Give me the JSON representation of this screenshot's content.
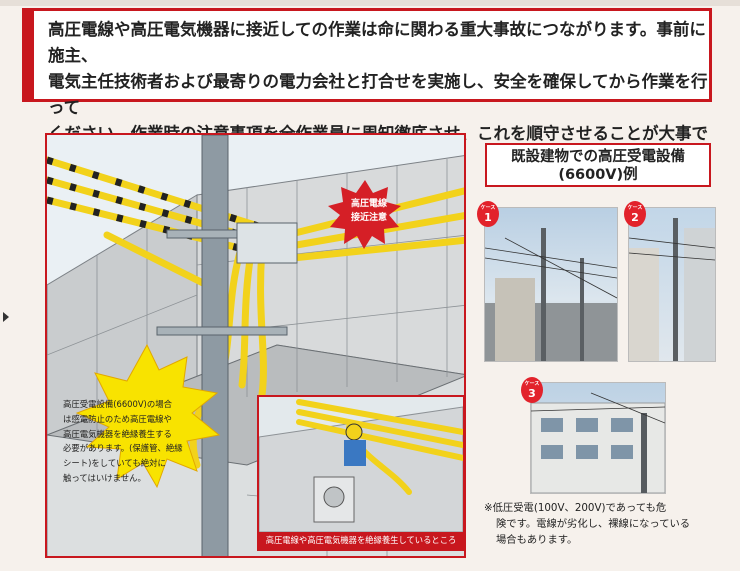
{
  "notice": {
    "line1": "高圧電線や高圧電気機器に接近しての作業は命に関わる重大事故につながります。事前に施主、",
    "line2": "電気主任技術者および最寄りの電力会社と打合せを実施し、安全を確保してから作業を行って",
    "line3": "ください。作業時の注意事項を全作業員に周知徹底させ、これを順守させることが大事です。"
  },
  "illustration": {
    "hv_callout": {
      "line1": "高圧電線",
      "line2": "接近注意"
    },
    "caution": {
      "line1": "高圧受電設備(6600V)の場合",
      "line2": "は感電防止のため高圧電線や",
      "line3": "高圧電気機器を絶縁養生する",
      "line4": "必要があります。(保護管、絶縁",
      "line5": "シート)をしていても絶対に",
      "line6": "触ってはいけません。"
    },
    "inset_caption": "高圧電線や高圧電気機器を絶縁養生しているところ"
  },
  "examples": {
    "title_line1": "既設建物での高圧受電設備",
    "title_line2": "(6600V)例",
    "case_label": "ケース",
    "cases": [
      {
        "number": "1"
      },
      {
        "number": "2"
      },
      {
        "number": "3"
      }
    ],
    "note_line1": "※低圧受電(100V、200V)であっても危",
    "note_line2": "険です。電線が劣化し、裸線になっている",
    "note_line3": "場合もあります。"
  },
  "colors": {
    "accent_red": "#c8171e",
    "wire_yellow": "#f2d21b"
  }
}
